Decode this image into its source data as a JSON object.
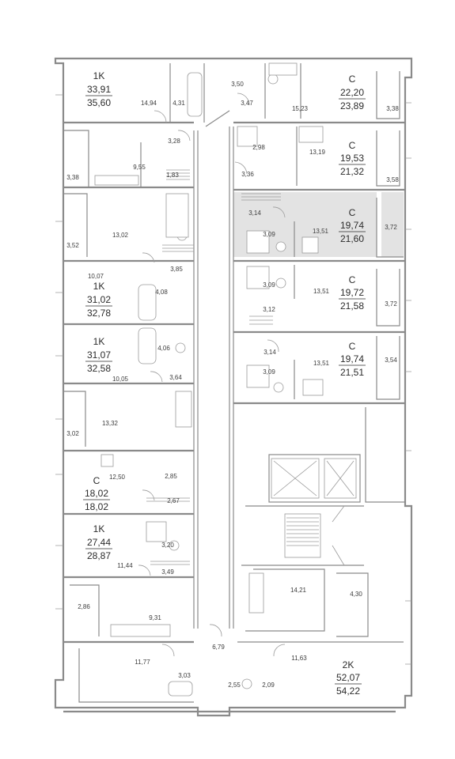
{
  "apartments": [
    {
      "id": "a1",
      "type": "1K",
      "living": "33,91",
      "total": "35,60"
    },
    {
      "id": "a2",
      "type": "C",
      "living": "22,20",
      "total": "23,89"
    },
    {
      "id": "a3",
      "type": "C",
      "living": "19,53",
      "total": "21,32"
    },
    {
      "id": "a4",
      "type": "C",
      "living": "19,74",
      "total": "21,60",
      "highlighted": true
    },
    {
      "id": "a5",
      "type": "1K",
      "living": "31,02",
      "total": "32,78"
    },
    {
      "id": "a6",
      "type": "C",
      "living": "19,72",
      "total": "21,58"
    },
    {
      "id": "a7",
      "type": "1K",
      "living": "31,07",
      "total": "32,58"
    },
    {
      "id": "a8",
      "type": "C",
      "living": "19,74",
      "total": "21,51"
    },
    {
      "id": "a9",
      "type": "C",
      "living": "18,02",
      "total": "18,02"
    },
    {
      "id": "a10",
      "type": "1K",
      "living": "27,44",
      "total": "28,87"
    },
    {
      "id": "a11",
      "type": "2K",
      "living": "52,07",
      "total": "54,22"
    }
  ],
  "rooms": [
    {
      "id": "r1",
      "area": "14,94"
    },
    {
      "id": "r2",
      "area": "4,31"
    },
    {
      "id": "r3",
      "area": "3,50"
    },
    {
      "id": "r4",
      "area": "3,47"
    },
    {
      "id": "r5",
      "area": "15,23"
    },
    {
      "id": "r6",
      "area": "3,38"
    },
    {
      "id": "r7",
      "area": "3,28"
    },
    {
      "id": "r8",
      "area": "2,98"
    },
    {
      "id": "r9",
      "area": "13,19"
    },
    {
      "id": "r10",
      "area": "3,38"
    },
    {
      "id": "r11",
      "area": "9,55"
    },
    {
      "id": "r12",
      "area": "1,83"
    },
    {
      "id": "r13",
      "area": "3,36"
    },
    {
      "id": "r14",
      "area": "3,58"
    },
    {
      "id": "r15",
      "area": "3,14"
    },
    {
      "id": "r16",
      "area": "3,09"
    },
    {
      "id": "r17",
      "area": "13,51"
    },
    {
      "id": "r18",
      "area": "3,72"
    },
    {
      "id": "r19",
      "area": "3,52"
    },
    {
      "id": "r20",
      "area": "13,02"
    },
    {
      "id": "r21",
      "area": "10,07"
    },
    {
      "id": "r22",
      "area": "3,85"
    },
    {
      "id": "r23",
      "area": "4,08"
    },
    {
      "id": "r24",
      "area": "3,09"
    },
    {
      "id": "r25",
      "area": "13,51"
    },
    {
      "id": "r26",
      "area": "3,72"
    },
    {
      "id": "r27",
      "area": "3,12"
    },
    {
      "id": "r28",
      "area": "4,06"
    },
    {
      "id": "r29",
      "area": "3,14"
    },
    {
      "id": "r30",
      "area": "10,05"
    },
    {
      "id": "r31",
      "area": "3,64"
    },
    {
      "id": "r32",
      "area": "3,09"
    },
    {
      "id": "r33",
      "area": "13,51"
    },
    {
      "id": "r34",
      "area": "3,54"
    },
    {
      "id": "r35",
      "area": "3,02"
    },
    {
      "id": "r36",
      "area": "13,32"
    },
    {
      "id": "r37",
      "area": "12,50"
    },
    {
      "id": "r38",
      "area": "2,85"
    },
    {
      "id": "r39",
      "area": "2,67"
    },
    {
      "id": "r40",
      "area": "3,20"
    },
    {
      "id": "r41",
      "area": "11,44"
    },
    {
      "id": "r42",
      "area": "3,49"
    },
    {
      "id": "r43",
      "area": "14,21"
    },
    {
      "id": "r44",
      "area": "4,30"
    },
    {
      "id": "r45",
      "area": "2,86"
    },
    {
      "id": "r46",
      "area": "9,31"
    },
    {
      "id": "r47",
      "area": "6,79"
    },
    {
      "id": "r48",
      "area": "11,77"
    },
    {
      "id": "r49",
      "area": "11,63"
    },
    {
      "id": "r50",
      "area": "3,03"
    },
    {
      "id": "r51",
      "area": "2,55"
    },
    {
      "id": "r52",
      "area": "2,09"
    }
  ]
}
